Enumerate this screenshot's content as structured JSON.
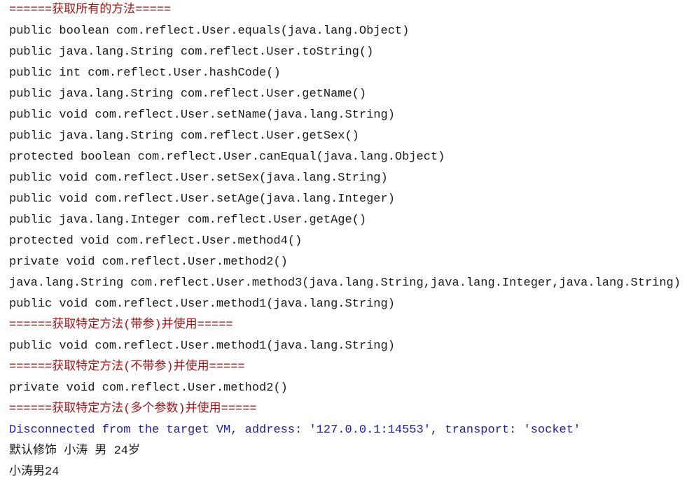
{
  "console": {
    "colors": {
      "header": "#a31515",
      "normal": "#1a1a1a",
      "info": "#1f1fa0"
    },
    "lines": [
      {
        "type": "header",
        "text": "======获取所有的方法====="
      },
      {
        "type": "normal",
        "text": "public boolean com.reflect.User.equals(java.lang.Object)"
      },
      {
        "type": "normal",
        "text": "public java.lang.String com.reflect.User.toString()"
      },
      {
        "type": "normal",
        "text": "public int com.reflect.User.hashCode()"
      },
      {
        "type": "normal",
        "text": "public java.lang.String com.reflect.User.getName()"
      },
      {
        "type": "normal",
        "text": "public void com.reflect.User.setName(java.lang.String)"
      },
      {
        "type": "normal",
        "text": "public java.lang.String com.reflect.User.getSex()"
      },
      {
        "type": "normal",
        "text": "protected boolean com.reflect.User.canEqual(java.lang.Object)"
      },
      {
        "type": "normal",
        "text": "public void com.reflect.User.setSex(java.lang.String)"
      },
      {
        "type": "normal",
        "text": "public void com.reflect.User.setAge(java.lang.Integer)"
      },
      {
        "type": "normal",
        "text": "public java.lang.Integer com.reflect.User.getAge()"
      },
      {
        "type": "normal",
        "text": "protected void com.reflect.User.method4()"
      },
      {
        "type": "normal",
        "text": "private void com.reflect.User.method2()"
      },
      {
        "type": "normal",
        "text": "java.lang.String com.reflect.User.method3(java.lang.String,java.lang.Integer,java.lang.String)"
      },
      {
        "type": "normal",
        "text": "public void com.reflect.User.method1(java.lang.String)"
      },
      {
        "type": "header",
        "text": "======获取特定方法(带参)并使用====="
      },
      {
        "type": "normal",
        "text": "public void com.reflect.User.method1(java.lang.String)"
      },
      {
        "type": "header",
        "text": "======获取特定方法(不带参)并使用====="
      },
      {
        "type": "normal",
        "text": "private void com.reflect.User.method2()"
      },
      {
        "type": "header",
        "text": "======获取特定方法(多个参数)并使用====="
      },
      {
        "type": "info",
        "text": "Disconnected from the target VM, address: '127.0.0.1:14553', transport: 'socket'"
      },
      {
        "type": "output",
        "text": "默认修饰 小涛 男 24岁"
      },
      {
        "type": "output",
        "text": "小涛男24"
      }
    ]
  }
}
